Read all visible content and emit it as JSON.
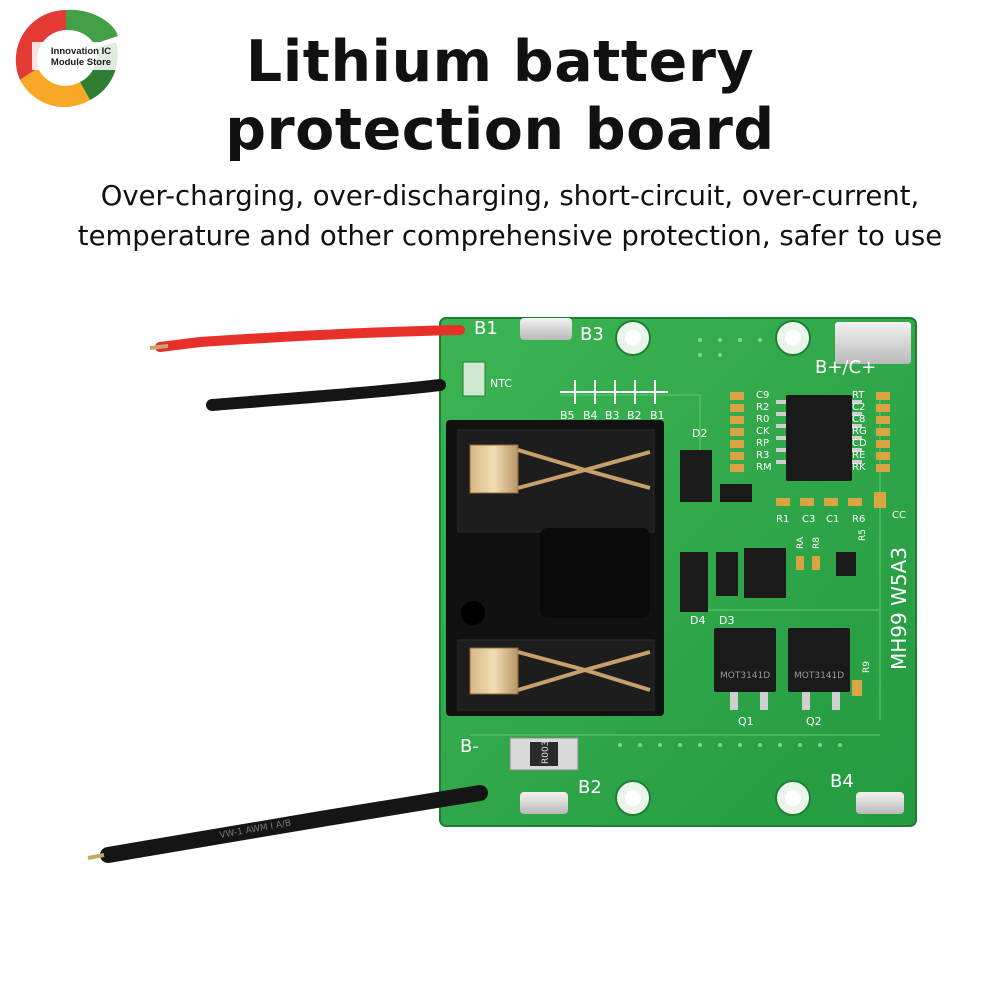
{
  "logo": {
    "line1": "Innovation IC",
    "line2": "Module Store",
    "colors": [
      "#e53935",
      "#f9a825",
      "#2e7d32",
      "#43a047"
    ]
  },
  "title": "Lithium battery protection board",
  "subtitle": "Over-charging, over-discharging, short-circuit, over-current, temperature and other comprehensive protection, safer to use",
  "board": {
    "color": "#2fa84a",
    "model": "MH99 W5A3",
    "pad_labels": [
      "B1",
      "B3",
      "B+/C+",
      "B-",
      "B2",
      "B4"
    ],
    "ntc_label": "NTC",
    "cell_labels": [
      "B5",
      "B4",
      "B3",
      "B2",
      "B1"
    ],
    "ic_labels_left": [
      "C9",
      "R2",
      "R0",
      "CK",
      "RP",
      "R3",
      "RM"
    ],
    "ic_labels_right": [
      "RT",
      "C2",
      "C8",
      "RG",
      "CD",
      "RE",
      "RK"
    ],
    "bottom_labels": [
      "R1",
      "C3",
      "C1",
      "R6",
      "CC"
    ],
    "diode_labels": [
      "D2",
      "D4",
      "D3"
    ],
    "resistor_labels": [
      "RA",
      "R8",
      "R5",
      "R9"
    ],
    "mosfet_labels": [
      "Q1",
      "Q2"
    ],
    "mosfet_marking": "MOT3141D",
    "shunt_marking": "R003",
    "wire_print": "VW-1  AWM  I  A/B"
  }
}
